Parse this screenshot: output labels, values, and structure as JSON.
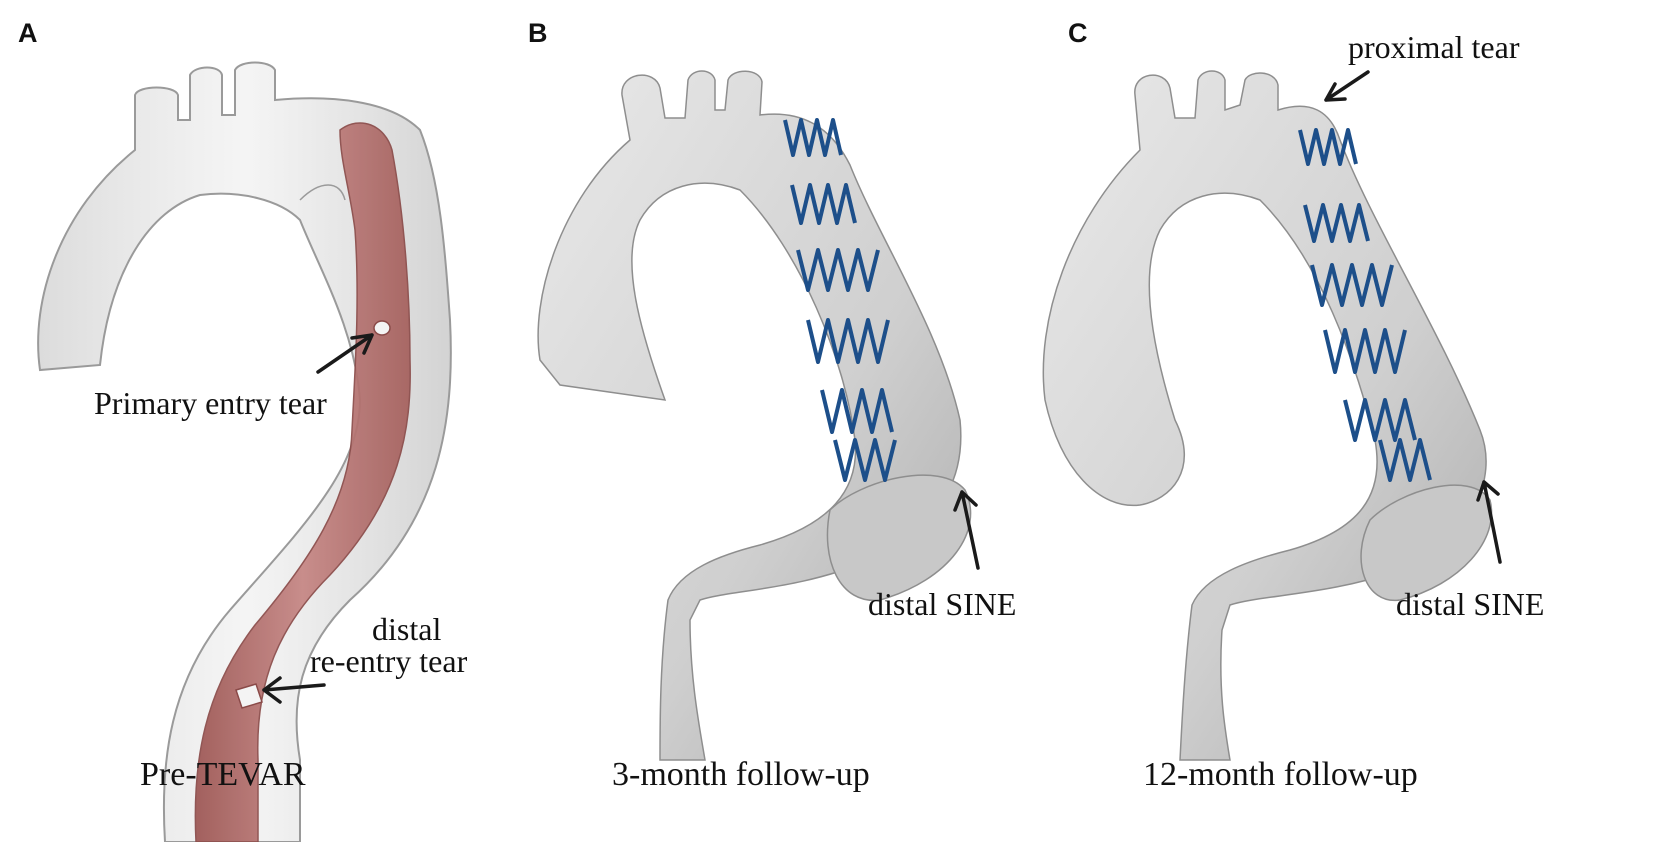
{
  "panels": [
    {
      "letter": "A",
      "caption": "Pre-TEVAR",
      "annotations": [
        "Primary entry tear",
        "distal",
        "re-entry tear"
      ]
    },
    {
      "letter": "B",
      "caption": "3-month follow-up",
      "annotations": [
        "distal SINE"
      ]
    },
    {
      "letter": "C",
      "caption": "12-month follow-up",
      "annotations": [
        "proximal tear",
        "distal SINE"
      ]
    }
  ],
  "colors": {
    "aorta_surface": "#d6d6d6",
    "aorta_transparent": "#e4e4e4",
    "false_lumen": "#b36d6a",
    "stent": "#1d4f8a",
    "arrow": "#1a1a1a"
  }
}
